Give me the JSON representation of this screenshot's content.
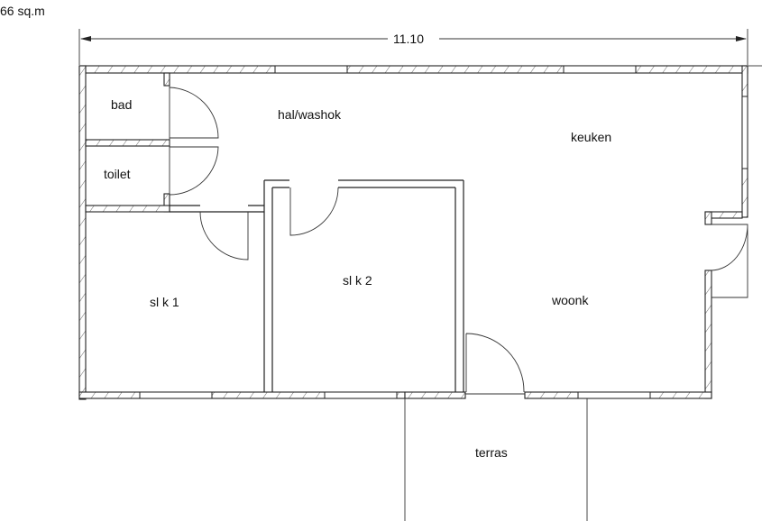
{
  "area_label": "66 sq.m",
  "dimension_label": "11.10",
  "rooms": {
    "bad": "bad",
    "hal": "hal/washok",
    "keuken": "keuken",
    "toilet": "toilet",
    "slk1": "sl k 1",
    "slk2": "sl k 2",
    "woonk": "woonk",
    "terras": "terras"
  },
  "colors": {
    "line": "#222222",
    "background": "#ffffff"
  }
}
